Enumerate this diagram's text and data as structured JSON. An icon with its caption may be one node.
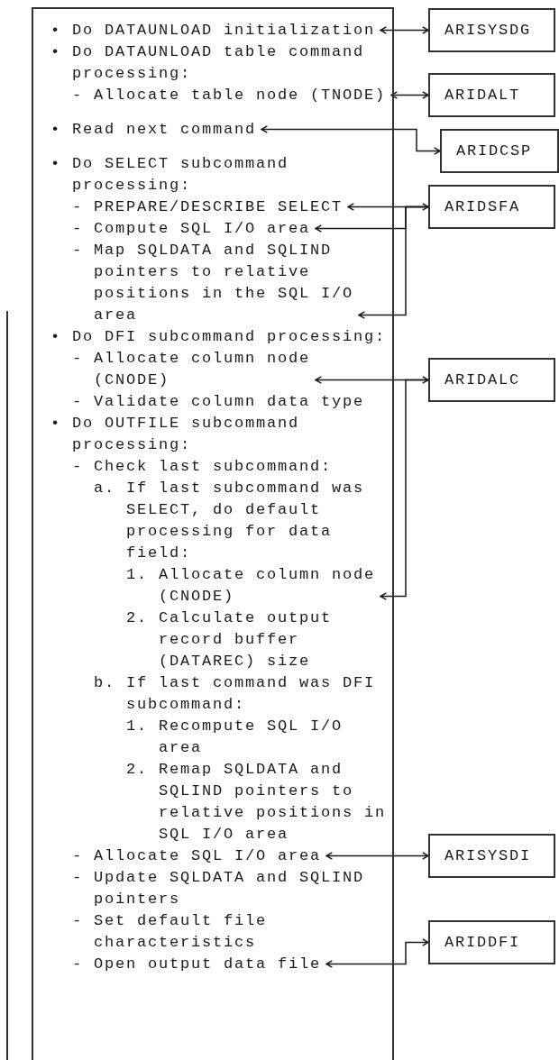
{
  "diagram": {
    "nodes": [
      {
        "text": [],
        "shape": "box"
      },
      {
        "text": [
          "• Do DATAUNLOAD initialization"
        ],
        "in": 0
      },
      {
        "text": [
          "• Do DATAUNLOAD table command processing:"
        ],
        "in": 0
      },
      {
        "text": [
          "- Allocate table node (TNODE)"
        ],
        "in": 0
      },
      {
        "text": [
          "• Read next command"
        ],
        "in": 0
      },
      {
        "text": [
          "• Do SELECT subcommand processing:"
        ],
        "in": 0
      },
      {
        "text": [
          "- PREPARE/DESCRIBE SELECT"
        ],
        "in": 0
      },
      {
        "text": [
          "- Compute SQL I/O area"
        ],
        "in": 0
      },
      {
        "text": [
          "- Map SQLDATA and SQLIND pointers to relative positions in the SQL I/O area"
        ],
        "in": 0
      },
      {
        "text": [
          "• Do DFI subcommand processing:"
        ],
        "in": 0
      },
      {
        "text": [
          "- Allocate column node (CNODE)"
        ],
        "in": 0
      },
      {
        "text": [
          "- Validate column data type"
        ],
        "in": 0
      },
      {
        "text": [
          "• Do OUTFILE subcommand processing:"
        ],
        "in": 0
      },
      {
        "text": [
          "- Check last subcommand:"
        ],
        "in": 0
      },
      {
        "text": [
          "a. If last subcommand was SELECT, do default processing for data field:"
        ],
        "in": 0
      },
      {
        "text": [
          "1. Allocate column node (CNODE)"
        ],
        "in": 0
      },
      {
        "text": [
          "2. Calculate output record buffer (DATAREC) size"
        ],
        "in": 0
      },
      {
        "text": [
          "b. If last command was DFI subcommand:"
        ],
        "in": 0
      },
      {
        "text": [
          "1. Recompute SQL I/O area"
        ],
        "in": 0
      },
      {
        "text": [
          "2. Remap SQLDATA and SQLIND pointers to relative positions in SQL I/O area"
        ],
        "in": 0
      },
      {
        "text": [
          "- Allocate SQL I/O area"
        ],
        "in": 0
      },
      {
        "text": [
          "- Update SQLDATA and SQLIND pointers"
        ],
        "in": 0
      },
      {
        "text": [
          "- Set default file characteristics"
        ],
        "in": 0
      },
      {
        "text": [
          "- Open output data file"
        ],
        "in": 0
      },
      {
        "text": [
          "ARISYSDG"
        ]
      },
      {
        "text": [
          "ARIDALT"
        ]
      },
      {
        "text": [
          "ARIDCSP"
        ]
      },
      {
        "text": [
          "ARIDSFA"
        ]
      },
      {
        "text": [
          "ARIDALC"
        ]
      },
      {
        "text": [
          "ARISYSDI"
        ]
      },
      {
        "text": [
          "ARIDDFI"
        ]
      }
    ],
    "edges": [
      {
        "from": 1,
        "to": 24,
        "arrow": "both"
      },
      {
        "from": 3,
        "to": 25,
        "arrow": "both"
      },
      {
        "from": 4,
        "to": 26,
        "arrow": "both"
      },
      {
        "from": 6,
        "to": 27,
        "arrow": "both"
      },
      {
        "from": 27,
        "to": 7,
        "arrow": "to"
      },
      {
        "from": 27,
        "to": 8,
        "arrow": "to"
      },
      {
        "from": 10,
        "to": 28,
        "arrow": "both"
      },
      {
        "from": 28,
        "to": 15,
        "arrow": "to"
      },
      {
        "from": 20,
        "to": 29,
        "arrow": "both"
      },
      {
        "from": 23,
        "to": 30,
        "arrow": "both"
      }
    ]
  }
}
